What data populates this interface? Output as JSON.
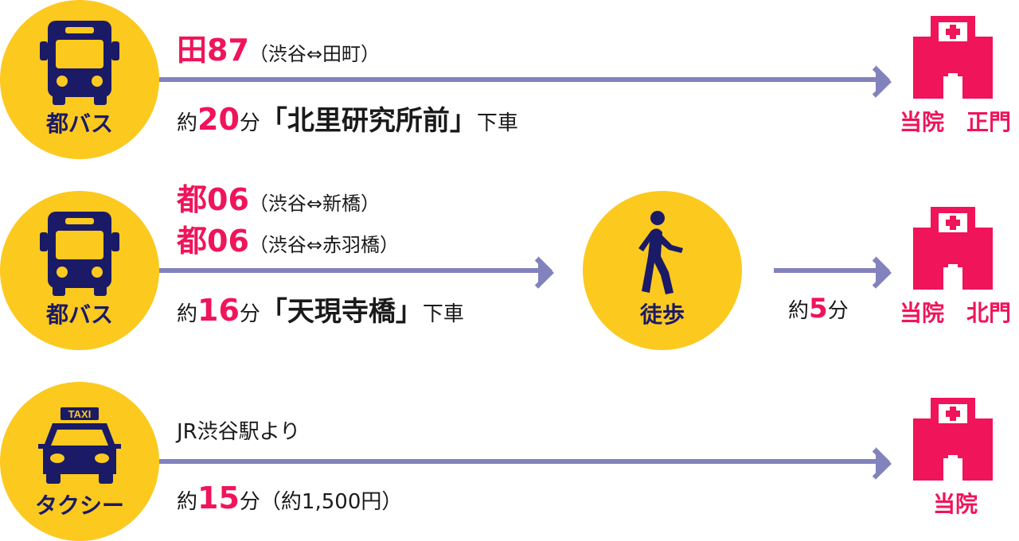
{
  "routes": [
    {
      "mode_label": "都バス",
      "mode_icon": "bus-icon",
      "line_codes": [
        {
          "code": "田87",
          "paren": "（渋谷⇔田町）"
        }
      ],
      "time_prefix": "約",
      "time_value": "20",
      "time_unit": "分",
      "stop": "「北里研究所前」",
      "stop_suffix": "下車",
      "destination": "当院　正門",
      "destination_icon": "hospital-icon"
    },
    {
      "mode_label": "都バス",
      "mode_icon": "bus-icon",
      "line_codes": [
        {
          "code": "都06",
          "paren": "（渋谷⇔新橋）"
        },
        {
          "code": "都06",
          "paren": "（渋谷⇔赤羽橋）"
        }
      ],
      "time_prefix": "約",
      "time_value": "16",
      "time_unit": "分",
      "stop": "「天現寺橋」",
      "stop_suffix": "下車",
      "walk_label": "徒歩",
      "walk_icon": "walking-person-icon",
      "walk_prefix": "約",
      "walk_value": "5",
      "walk_unit": "分",
      "destination": "当院　北門",
      "destination_icon": "hospital-icon"
    },
    {
      "mode_label": "タクシー",
      "mode_icon": "taxi-icon",
      "taxi_sign": "TAXI",
      "origin": "JR渋谷駅より",
      "time_prefix": "約",
      "time_value": "15",
      "time_unit": "分",
      "fare": "（約1,500円）",
      "destination": "当院",
      "destination_icon": "hospital-icon"
    }
  ],
  "colors": {
    "circle": "#fcc91f",
    "accent": "#f0145a",
    "arrow": "#8282bd",
    "icon": "#1a1a66"
  }
}
